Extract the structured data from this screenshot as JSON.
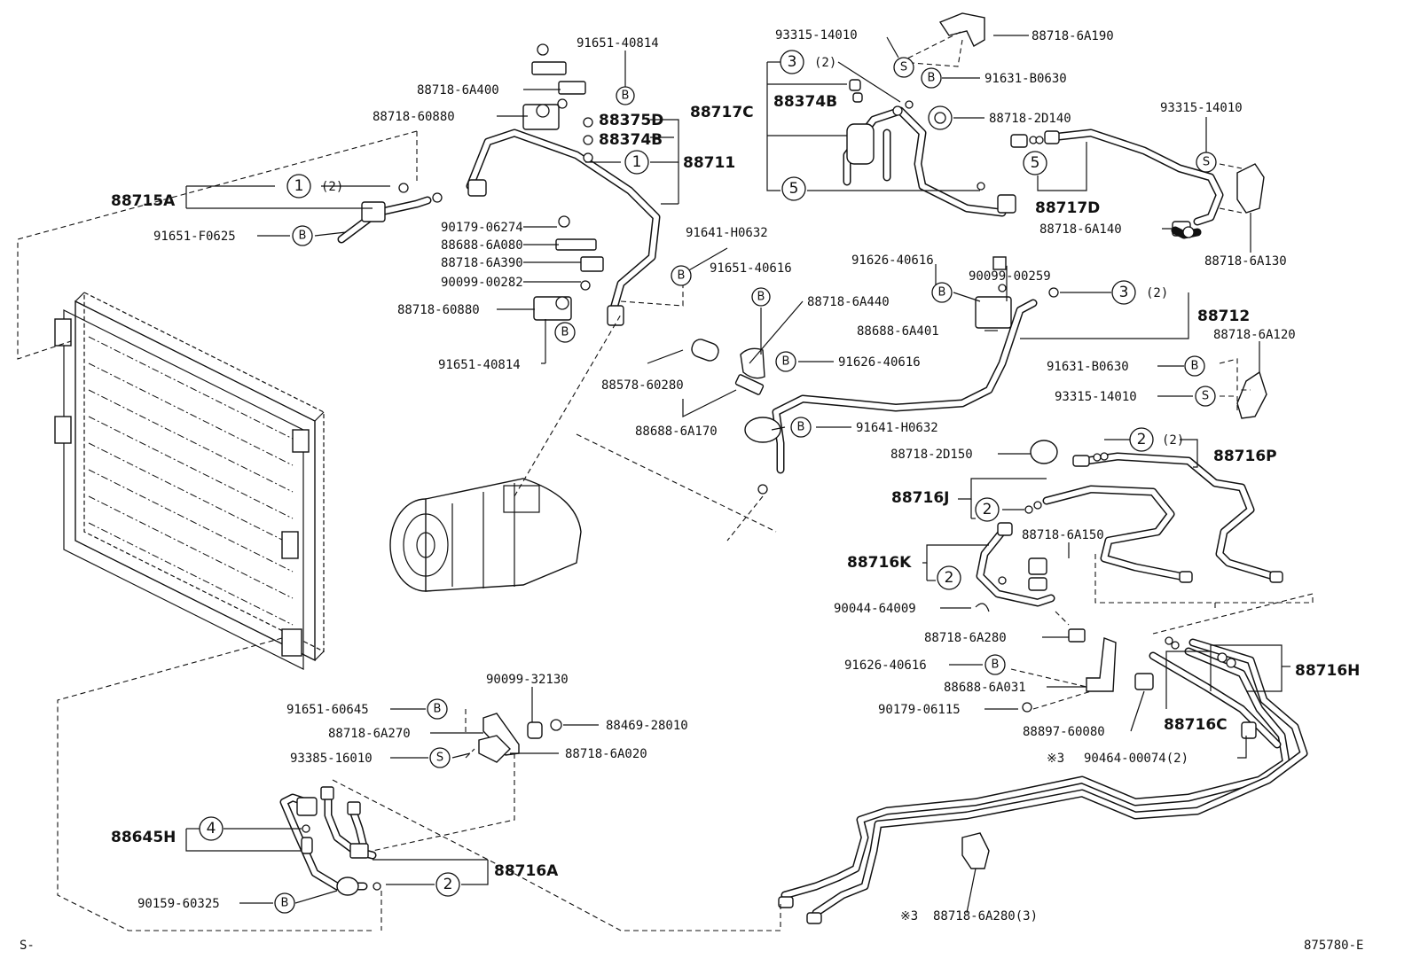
{
  "diagram": {
    "corner_left": "S-",
    "corner_right": "875780-E",
    "labels": [
      {
        "id": "l1",
        "text": "91651-40814"
      },
      {
        "id": "l2",
        "text": "88718-6A400"
      },
      {
        "id": "l3",
        "text": "88718-60880"
      },
      {
        "id": "l4",
        "text": "90179-06274"
      },
      {
        "id": "l5",
        "text": "88688-6A080"
      },
      {
        "id": "l6",
        "text": "88718-6A390"
      },
      {
        "id": "l7",
        "text": "90099-00282"
      },
      {
        "id": "l8",
        "text": "88718-60880"
      },
      {
        "id": "l9",
        "text": "91651-40814"
      },
      {
        "id": "l10",
        "text": "91651-F0625"
      },
      {
        "id": "l11",
        "text": "91641-H0632"
      },
      {
        "id": "l12",
        "text": "91651-40616"
      },
      {
        "id": "l13",
        "text": "88718-6A440"
      },
      {
        "id": "l14",
        "text": "91626-40616"
      },
      {
        "id": "l15",
        "text": "88578-60280"
      },
      {
        "id": "l16",
        "text": "88688-6A170"
      },
      {
        "id": "l17",
        "text": "91641-H0632"
      },
      {
        "id": "l18",
        "text": "93315-14010"
      },
      {
        "id": "l19",
        "text": "88718-6A190"
      },
      {
        "id": "l20",
        "text": "91631-B0630"
      },
      {
        "id": "l21",
        "text": "88718-2D140"
      },
      {
        "id": "l22",
        "text": "93315-14010"
      },
      {
        "id": "l23",
        "text": "88718-6A140"
      },
      {
        "id": "l24",
        "text": "88718-6A130"
      },
      {
        "id": "l25",
        "text": "91626-40616"
      },
      {
        "id": "l26",
        "text": "90099-00259"
      },
      {
        "id": "l27",
        "text": "88688-6A401"
      },
      {
        "id": "l28",
        "text": "88718-6A120"
      },
      {
        "id": "l29",
        "text": "91631-B0630"
      },
      {
        "id": "l30",
        "text": "93315-14010"
      },
      {
        "id": "l31",
        "text": "88718-2D150"
      },
      {
        "id": "l32",
        "text": "88718-6A150"
      },
      {
        "id": "l33",
        "text": "90044-64009"
      },
      {
        "id": "l34",
        "text": "88718-6A280"
      },
      {
        "id": "l35",
        "text": "91626-40616"
      },
      {
        "id": "l36",
        "text": "88688-6A031"
      },
      {
        "id": "l37",
        "text": "90179-06115"
      },
      {
        "id": "l38",
        "text": "88897-60080"
      },
      {
        "id": "l39",
        "text": "90464-00074(2)"
      },
      {
        "id": "l40",
        "text": "88718-6A280(3)"
      },
      {
        "id": "l41",
        "text": "90099-32130"
      },
      {
        "id": "l42",
        "text": "91651-60645"
      },
      {
        "id": "l43",
        "text": "88469-28010"
      },
      {
        "id": "l44",
        "text": "88718-6A270"
      },
      {
        "id": "l45",
        "text": "88718-6A020"
      },
      {
        "id": "l46",
        "text": "93385-16010"
      },
      {
        "id": "l47",
        "text": "90159-60325"
      }
    ],
    "assemblies": [
      {
        "id": "a1",
        "text": "88715A"
      },
      {
        "id": "a2",
        "text": "88375D"
      },
      {
        "id": "a3",
        "text": "88374B"
      },
      {
        "id": "a4",
        "text": "88711"
      },
      {
        "id": "a5",
        "text": "88717C"
      },
      {
        "id": "a6",
        "text": "88374B"
      },
      {
        "id": "a7",
        "text": "88717D"
      },
      {
        "id": "a8",
        "text": "88712"
      },
      {
        "id": "a9",
        "text": "88716P"
      },
      {
        "id": "a10",
        "text": "88716J"
      },
      {
        "id": "a11",
        "text": "88716K"
      },
      {
        "id": "a12",
        "text": "88716H"
      },
      {
        "id": "a13",
        "text": "88716C"
      },
      {
        "id": "a14",
        "text": "88645H"
      },
      {
        "id": "a15",
        "text": "88716A"
      }
    ],
    "markers": {
      "b": "B",
      "s": "S",
      "one": "1",
      "two": "2",
      "three": "3",
      "four": "4",
      "five": "5",
      "qty2": "(2)",
      "note": "※3"
    }
  }
}
